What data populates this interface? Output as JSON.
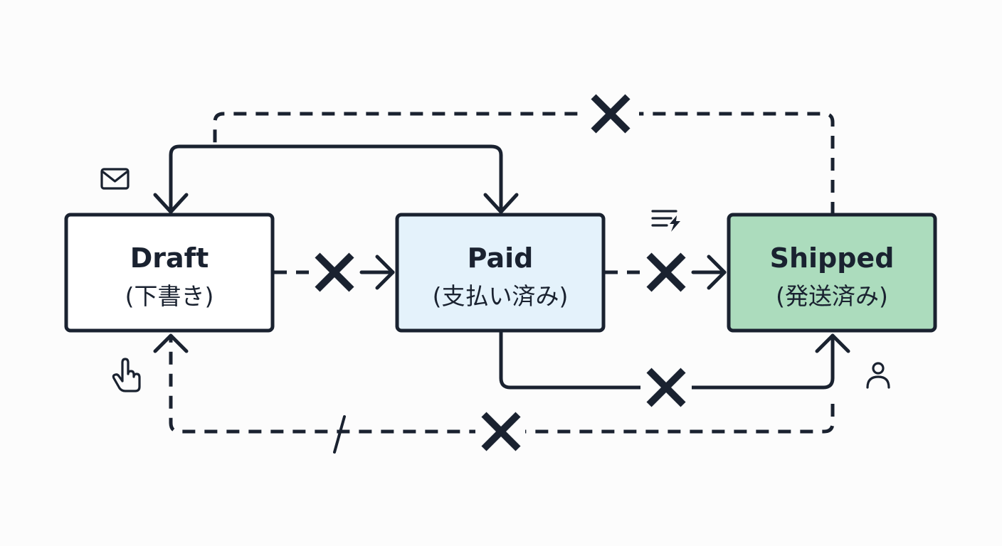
{
  "states": [
    {
      "id": "draft",
      "title": "Draft",
      "subtitle": "(下書き)",
      "fill": "#ffffff"
    },
    {
      "id": "paid",
      "title": "Paid",
      "subtitle": "(支払い済み)",
      "fill": "#e4f2fb"
    },
    {
      "id": "shipped",
      "title": "Shipped",
      "subtitle": "(発送済み)",
      "fill": "#acdcbd"
    }
  ],
  "colors": {
    "ink": "#1a2230",
    "background": "#fcfcfc"
  },
  "icons": [
    "envelope-icon",
    "hand-pointer-icon",
    "list-lightning-icon",
    "user-icon"
  ]
}
